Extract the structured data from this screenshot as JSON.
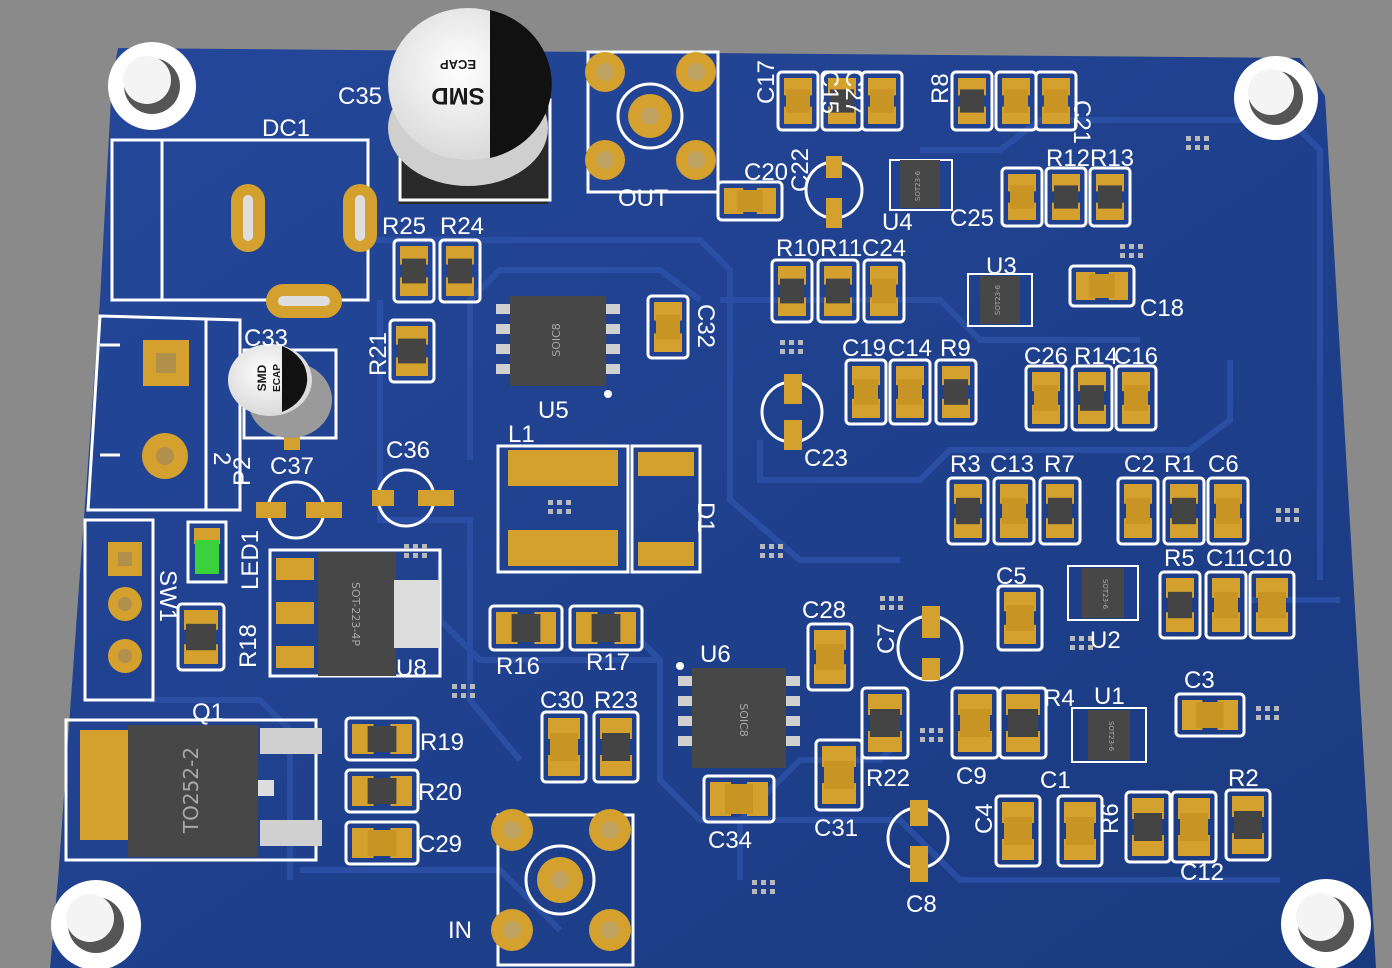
{
  "labels": {
    "DC1": "DC1",
    "C35": "C35",
    "OUT": "OUT",
    "IN": "IN",
    "C17": "C17",
    "C15": "C15",
    "C27": "C27",
    "R8": "R8",
    "C21": "C21",
    "C22": "C22",
    "C20": "C20",
    "U4": "U4",
    "C25": "C25",
    "R12": "R12",
    "R13": "R13",
    "R25": "R25",
    "R24": "R24",
    "R10": "R10",
    "R11": "R11",
    "C24": "C24",
    "U3": "U3",
    "C18": "C18",
    "C33": "C33",
    "R21": "R21",
    "U5": "U5",
    "C32": "C32",
    "C19": "C19",
    "C14": "C14",
    "R9": "R9",
    "C26": "C26",
    "R14": "R14",
    "C16": "C16",
    "C23": "C23",
    "P2": "P2",
    "2": "2",
    "C36": "C36",
    "C37": "C37",
    "L1": "L1",
    "D1": "D1",
    "R3": "R3",
    "C13": "C13",
    "R7": "R7",
    "C2": "C2",
    "R1": "R1",
    "C6": "C6",
    "LED1": "LED1",
    "SW1": "SW1",
    "R18": "R18",
    "U8": "U8",
    "C5": "C5",
    "U2": "U2",
    "R5": "R5",
    "C11": "C11",
    "C10": "C10",
    "C28": "C28",
    "C7": "C7",
    "R16": "R16",
    "R17": "R17",
    "U6": "U6",
    "Q1": "Q1",
    "C30": "C30",
    "R23": "R23",
    "R19": "R19",
    "R20": "R20",
    "C29": "C29",
    "C34": "C34",
    "R22": "R22",
    "C31": "C31",
    "C9": "C9",
    "R4": "R4",
    "U1": "U1",
    "C3": "C3",
    "C4": "C4",
    "C1": "C1",
    "R6": "R6",
    "C12": "C12",
    "R2": "R2",
    "C8": "C8"
  },
  "chips": {
    "soic8": "SOIC8",
    "sot223": "SOT-223-4P",
    "to252": "TO252-2",
    "sot23": "SOT23-6"
  },
  "caps": {
    "smd": "SMD",
    "ecap": "ECAP"
  },
  "colors": {
    "board": "#1e3f86",
    "pad": "#d4a12e",
    "silk": "#ffffff",
    "led": "#3ad23a"
  }
}
